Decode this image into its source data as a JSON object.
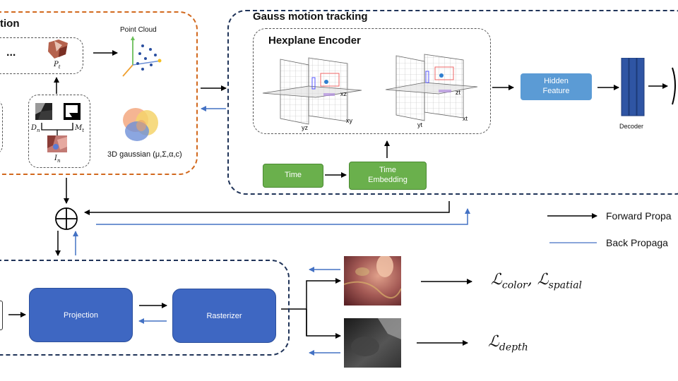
{
  "init": {
    "title_fragment": "tion",
    "ellipsis": "...",
    "pt_label": "P",
    "pt_sub": "t",
    "point_cloud": "Point Cloud",
    "dn_label": "D",
    "dn_sub": "n",
    "mt_label": "M",
    "mt_sub": "t",
    "in_label": "I",
    "in_sub": "n",
    "gaussian_label": "3D gaussian (μ,Σ,α,c)"
  },
  "tracking": {
    "title": "Gauss motion tracking",
    "hexplane_title": "Hexplane Encoder",
    "planes_left": {
      "xz": "xz",
      "xy": "xy",
      "yz": "yz"
    },
    "planes_right": {
      "zt": "zt",
      "yt": "yt",
      "xt": "xt"
    },
    "hidden_feature": "Hidden\nFeature",
    "decoder": "Decoder",
    "time": "Time",
    "time_embedding": "Time\nEmbedding"
  },
  "render": {
    "projection": "Projection",
    "rasterizer": "Rasterizer"
  },
  "losses": {
    "color_spatial": "ℒcolor, ℒspatial",
    "color": "color",
    "spatial": "spatial",
    "depth": "depth",
    "script_L": "ℒ"
  },
  "legend": {
    "forward": "Forward Propa",
    "back": "Back Propaga"
  },
  "colors": {
    "forward": "#000000",
    "backward": "#4472c4",
    "orange_border": "#d2691e",
    "navy_border": "#1f3358",
    "projection_fill": "#3e67c2",
    "time_fill": "#6ab04c",
    "hidden_fill": "#5b9bd5",
    "decoder_fill": "#2f55a4"
  }
}
